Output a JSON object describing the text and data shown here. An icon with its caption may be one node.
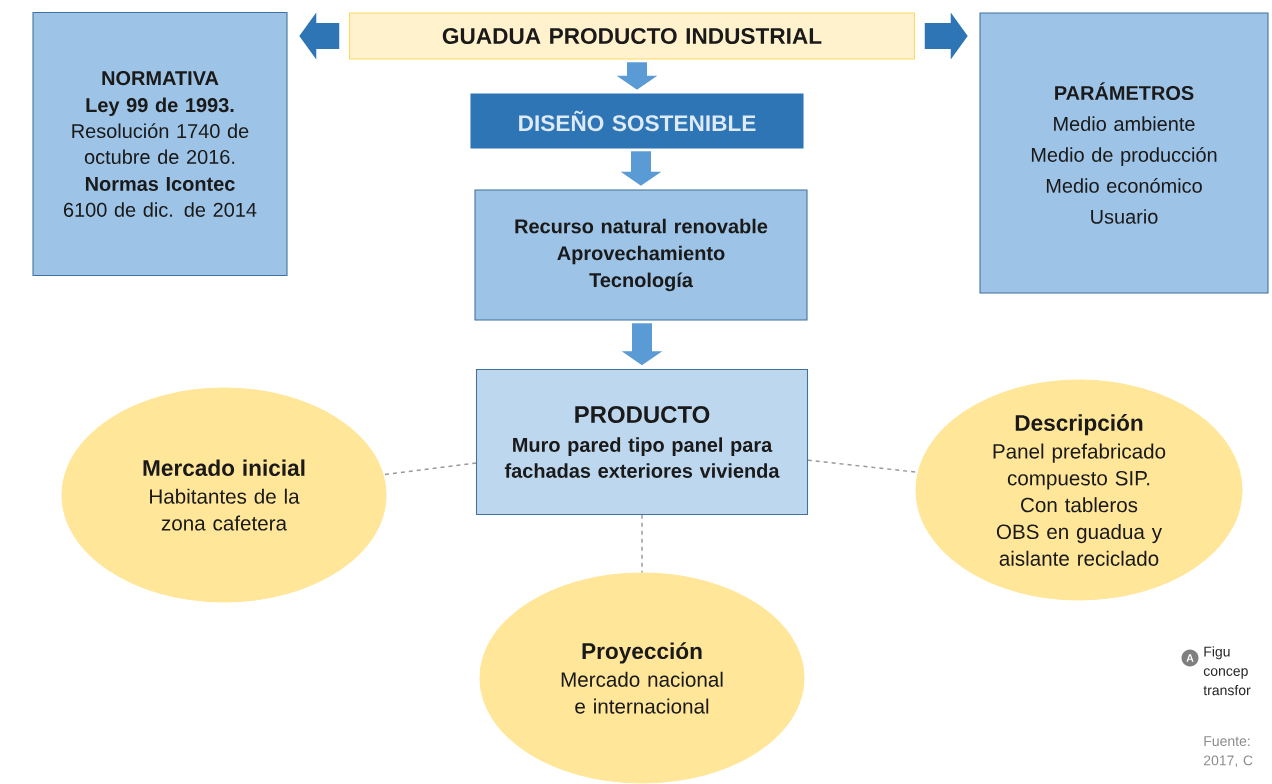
{
  "diagram": {
    "nodes": [
      {
        "text": [
          "GUADUA PRODUCTO INDUSTRIAL"
        ]
      },
      {
        "text": [
          "NORMATIVA",
          "**Ley 99 de 1993.** Resolución 1740 de octubre de 2016.",
          "**Normas Icontec** 6100 de dic. de 2014"
        ]
      },
      {
        "text": [
          "PARÁMETROS",
          "Medio ambiente",
          "Medio de producción",
          "Medio económico",
          "Usuario"
        ]
      },
      {
        "text": [
          "DISEÑO SOSTENIBLE"
        ]
      },
      {
        "text": [
          "Recurso natural  renovable",
          "Aprovechamiento",
          "Tecnología"
        ]
      },
      {
        "text": [
          "PRODUCTO",
          "Muro pared tipo panel para fachadas exteriores vivienda"
        ]
      },
      {
        "text": [
          "Mercado inicial",
          "Habitantes de la zona cafetera"
        ]
      },
      {
        "text": [
          "Descripción",
          "Panel prefabricado compuesto SIP. Con tableros OBS en guadua y aislante reciclado"
        ]
      },
      {
        "text": [
          "Proyección",
          "Mercado nacional e internacional"
        ]
      }
    ],
    "edges": [
      {
        "from": 0,
        "to": 1,
        "arrow": "to",
        "color": "#2e75b6"
      },
      {
        "from": 0,
        "to": 2,
        "arrow": "to",
        "color": "#2e75b6"
      },
      {
        "from": 0,
        "to": 3,
        "arrow": "to"
      },
      {
        "from": 3,
        "to": 4,
        "arrow": "to"
      },
      {
        "from": 4,
        "to": 5,
        "arrow": "to"
      },
      {
        "from": 5,
        "to": 6,
        "arrow": "none",
        "style": "dashed",
        "color": "#999999"
      },
      {
        "from": 5,
        "to": 7,
        "arrow": "none",
        "style": "dashed",
        "color": "#999999"
      },
      {
        "from": 5,
        "to": 8,
        "arrow": "none",
        "style": "dashed",
        "color": "#999999"
      }
    ],
    "labels": [
      "A",
      "Figu concep transfor",
      "Fuente: 2017, C"
    ]
  }
}
